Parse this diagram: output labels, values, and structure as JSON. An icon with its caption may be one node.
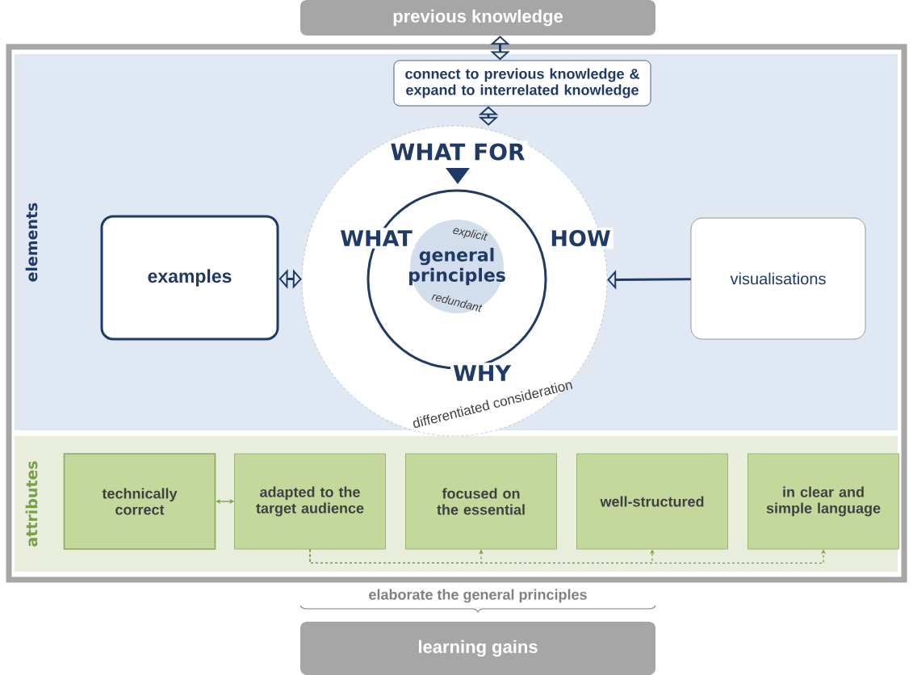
{
  "diagram": {
    "nodes": [
      {
        "text": [
          "previous knowledge"
        ]
      },
      {
        "text": [
          "elements"
        ]
      },
      {
        "text": [
          "connect to previous knowledge & expand to interrelated knowledge"
        ],
        "in": 1
      },
      {
        "text": [
          "differentiated consideration"
        ],
        "in": 1
      },
      {
        "text": [
          "explicit",
          "general principles",
          "redundant"
        ],
        "in": 3
      },
      {
        "text": [
          "examples"
        ],
        "in": 1
      },
      {
        "text": [
          "visualisations"
        ],
        "in": 1
      },
      {
        "text": [
          "attributes"
        ]
      },
      {
        "text": [
          "technically correct"
        ],
        "in": 7
      },
      {
        "text": [
          "adapted to the target audience"
        ],
        "in": 7
      },
      {
        "text": [
          "focused on the essential"
        ],
        "in": 7
      },
      {
        "text": [
          "well-structured"
        ],
        "in": 7
      },
      {
        "text": [
          "in clear and simple language"
        ],
        "in": 7
      },
      {
        "text": [
          "learning gains"
        ]
      }
    ],
    "edges": [
      {
        "from": 0,
        "to": 2,
        "arrow": "both",
        "style": "thick"
      },
      {
        "from": 2,
        "to": 3,
        "arrow": "both",
        "style": "thick"
      },
      {
        "from": 5,
        "to": 3,
        "arrow": "both",
        "style": "thick"
      },
      {
        "from": 6,
        "to": 3,
        "arrow": "to",
        "style": "thick"
      },
      {
        "from": 8,
        "to": 9,
        "arrow": "both",
        "color": "#77a04a"
      },
      {
        "from": 9,
        "to": 10,
        "arrow": "to",
        "style": "dashed",
        "color": "#77a04a"
      },
      {
        "from": 9,
        "to": 11,
        "arrow": "to",
        "style": "dashed",
        "color": "#77a04a"
      },
      {
        "from": 9,
        "to": 12,
        "arrow": "to",
        "style": "dashed",
        "color": "#77a04a"
      }
    ],
    "labels": [
      "WHAT FOR",
      "WHAT",
      "HOW",
      "WHY",
      "elaborate the general principles"
    ]
  }
}
